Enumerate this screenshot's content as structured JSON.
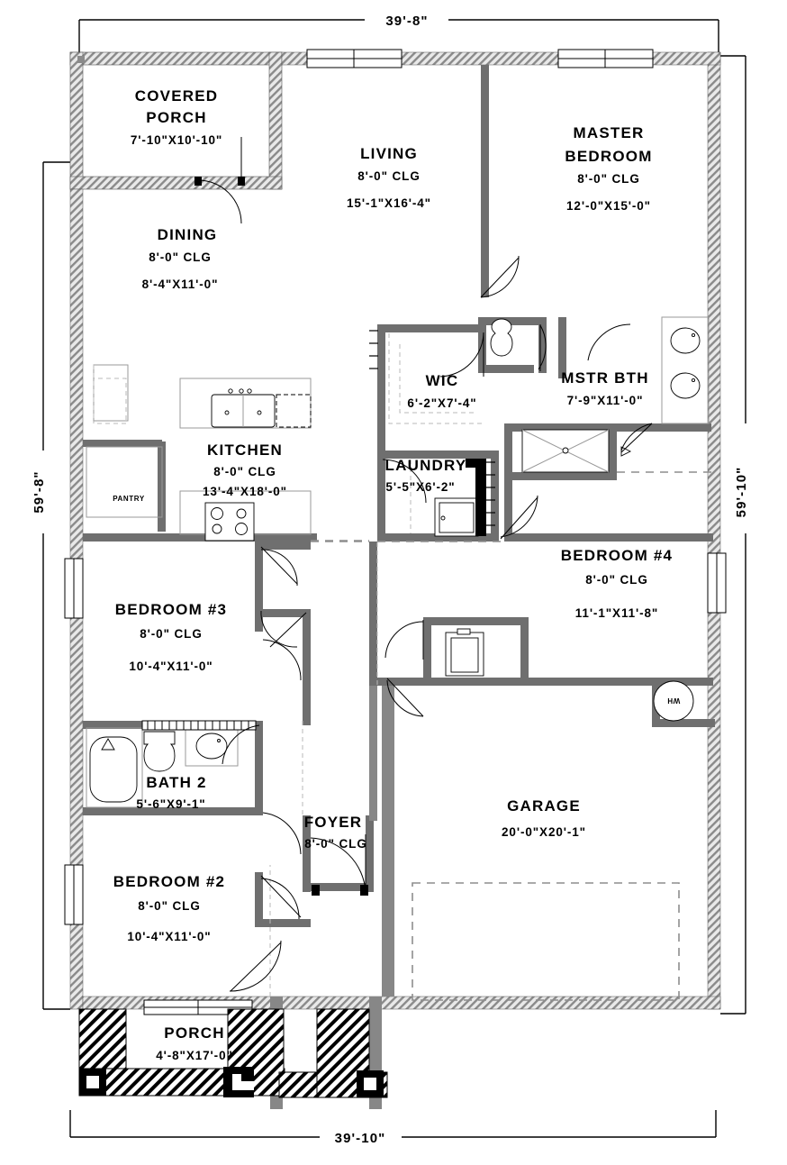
{
  "document": {
    "type": "floor-plan",
    "title": "Residential Floor Plan"
  },
  "dimensions": {
    "top": "39'-8\"",
    "bottom": "39'-10\"",
    "left": "59'-8\"",
    "right": "59'-10\""
  },
  "rooms": [
    {
      "key": "covered_porch",
      "name_line1": "COVERED",
      "name_line2": "PORCH",
      "ceiling": "",
      "size": "7'-10\"X10'-10\""
    },
    {
      "key": "living",
      "name_line1": "LIVING",
      "name_line2": "",
      "ceiling": "8'-0\" CLG",
      "size": "15'-1\"X16'-4\""
    },
    {
      "key": "master_bedroom",
      "name_line1": "MASTER",
      "name_line2": "BEDROOM",
      "ceiling": "8'-0\" CLG",
      "size": "12'-0\"X15'-0\""
    },
    {
      "key": "dining",
      "name_line1": "DINING",
      "name_line2": "",
      "ceiling": "8'-0\" CLG",
      "size": "8'-4\"X11'-0\""
    },
    {
      "key": "wic",
      "name_line1": "WIC",
      "name_line2": "",
      "ceiling": "",
      "size": "6'-2\"X7'-4\""
    },
    {
      "key": "mstr_bth",
      "name_line1": "MSTR BTH",
      "name_line2": "",
      "ceiling": "",
      "size": "7'-9\"X11'-0\""
    },
    {
      "key": "kitchen",
      "name_line1": "KITCHEN",
      "name_line2": "",
      "ceiling": "8'-0\" CLG",
      "size": "13'-4\"X18'-0\""
    },
    {
      "key": "laundry",
      "name_line1": "LAUNDRY",
      "name_line2": "",
      "ceiling": "",
      "size": "5'-5\"X6'-2\""
    },
    {
      "key": "bedroom3",
      "name_line1": "BEDROOM #3",
      "name_line2": "",
      "ceiling": "8'-0\" CLG",
      "size": "10'-4\"X11'-0\""
    },
    {
      "key": "bedroom4",
      "name_line1": "BEDROOM #4",
      "name_line2": "",
      "ceiling": "8'-0\" CLG",
      "size": "11'-1\"X11'-8\""
    },
    {
      "key": "bath2",
      "name_line1": "BATH 2",
      "name_line2": "",
      "ceiling": "",
      "size": "5'-6\"X9'-1\""
    },
    {
      "key": "foyer",
      "name_line1": "FOYER",
      "name_line2": "",
      "ceiling": "8'-0\" CLG",
      "size": ""
    },
    {
      "key": "bedroom2",
      "name_line1": "BEDROOM #2",
      "name_line2": "",
      "ceiling": "8'-0\" CLG",
      "size": "10'-4\"X11'-0\""
    },
    {
      "key": "garage",
      "name_line1": "GARAGE",
      "name_line2": "",
      "ceiling": "",
      "size": "20'-0\"X20'-1\""
    },
    {
      "key": "porch",
      "name_line1": "PORCH",
      "name_line2": "",
      "ceiling": "",
      "size": "4'-8\"X17'-0\""
    }
  ],
  "annotations": {
    "pantry": "PANTRY",
    "water_heater": "WH"
  },
  "colors": {
    "wall": "#878787",
    "wall_dark": "#6f6f6f",
    "line": "#000000",
    "dashed": "#8e8e8e",
    "background": "#ffffff"
  }
}
